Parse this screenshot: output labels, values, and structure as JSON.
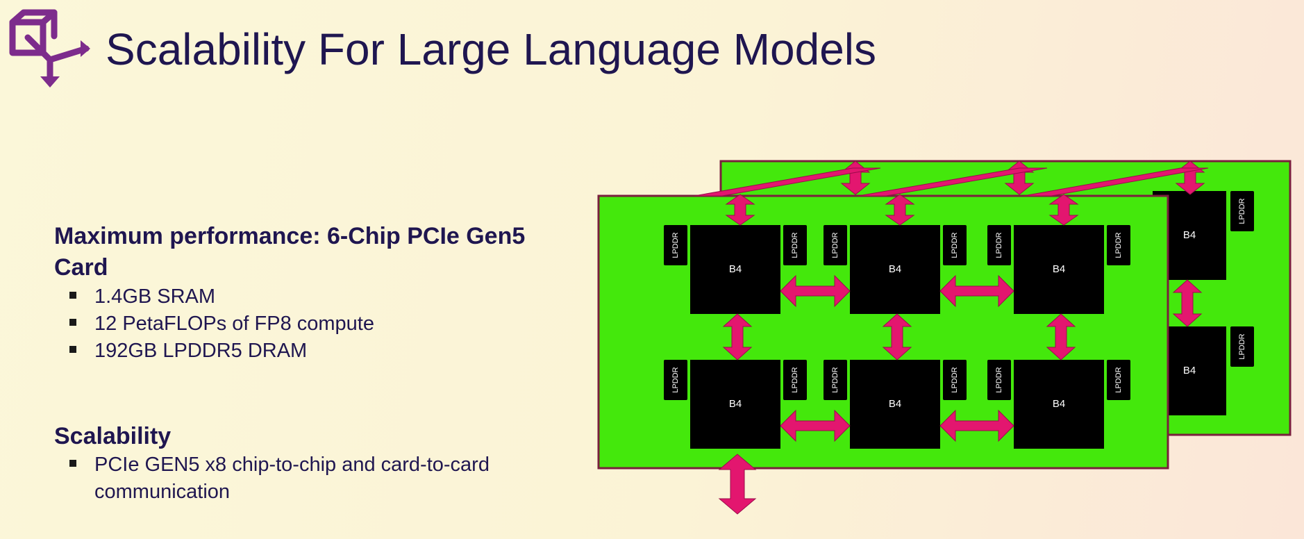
{
  "slide": {
    "title": "Scalability For Large Language Models",
    "logo_icon": "scalability-cube-arrows-icon"
  },
  "sections": [
    {
      "heading": "Maximum performance: 6-Chip PCIe Gen5 Card",
      "bullets": [
        "1.4GB SRAM",
        "12 PetaFLOPs of FP8 compute",
        "192GB LPDDR5 DRAM"
      ]
    },
    {
      "heading": "Scalability",
      "bullets": [
        "PCIe GEN5 x8 chip-to-chip and card-to-card communication"
      ]
    }
  ],
  "diagram": {
    "chip_label": "B4",
    "memory_label": "LPDDR",
    "colors": {
      "board": "#44e80c",
      "board_border": "#7a1f3d",
      "chip": "#000000",
      "arrow": "#e3166f",
      "text": "#1f1650",
      "logo": "#7d2c8c"
    }
  }
}
